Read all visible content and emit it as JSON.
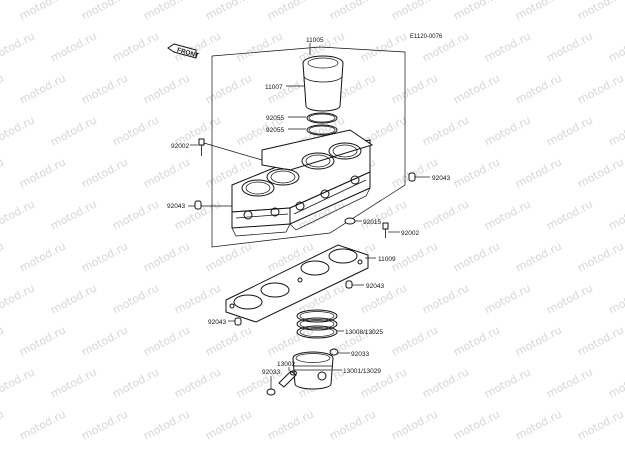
{
  "diagram": {
    "code": "E1120-0076",
    "front_label": "FRONT",
    "watermark": "motod.ru",
    "labels": {
      "p11005": "11005",
      "p11007": "11007",
      "p92055a": "92055",
      "p92055b": "92055",
      "p92002a": "92002",
      "p92043a": "92043",
      "p92043b": "92043",
      "p92015": "92015",
      "p92002b": "92002",
      "p11009": "11009",
      "p92043c": "92043",
      "p92043d": "92043",
      "p13008": "13008/13025",
      "p92033a": "92033",
      "p13002": "13002",
      "p92033b": "92033",
      "p13001": "13001/13029"
    }
  }
}
